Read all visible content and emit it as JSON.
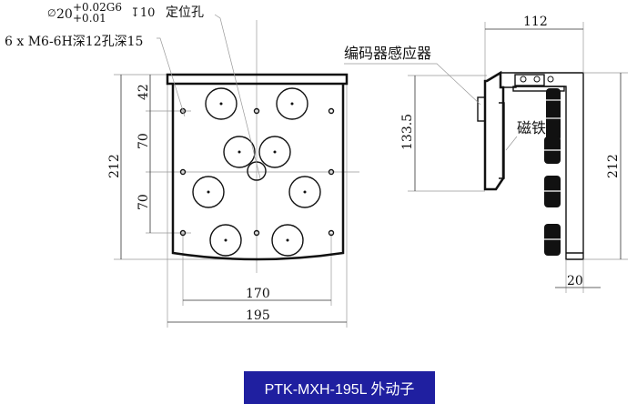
{
  "annotations": {
    "locating_hole": {
      "diameter_symbol": "∅",
      "base": "20",
      "tol_upper": "+0.02G6",
      "tol_lower": "+0.01",
      "depth": "↧10",
      "label": "定位孔"
    },
    "threaded_holes": "6 x M6-6H深12孔深15",
    "encoder_sensor": "编码器感应器",
    "magnet": "磁铁"
  },
  "dimensions": {
    "front_height": "212",
    "top_offset": "42",
    "pitch_1": "70",
    "pitch_2": "70",
    "hole_span": "170",
    "width": "195",
    "side_depth": "112",
    "sensor_height": "133.5",
    "side_height": "212",
    "rail_width": "20"
  },
  "banner": {
    "title": "PTK-MXH-195L 外动子",
    "color": "#1f1fa0"
  }
}
